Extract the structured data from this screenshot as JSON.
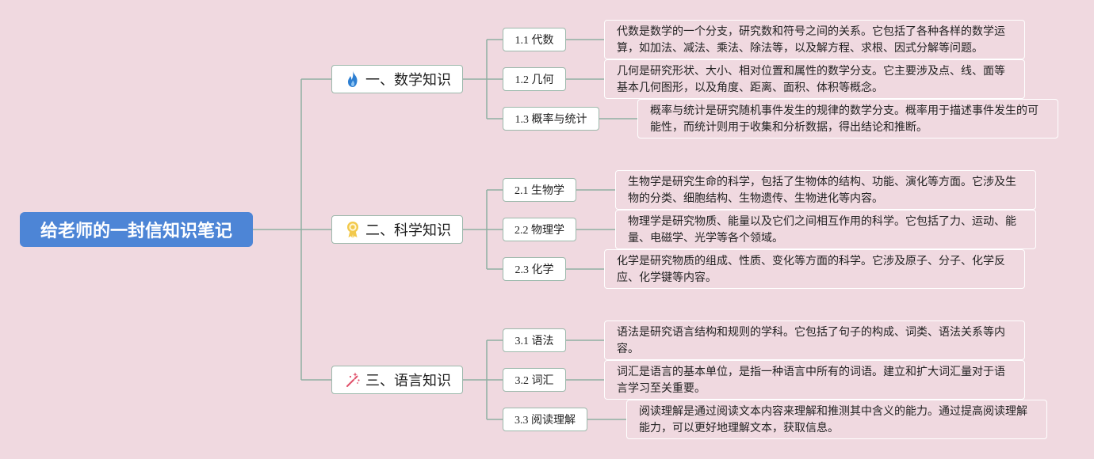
{
  "root": {
    "title": "给老师的一封信知识笔记"
  },
  "branches": [
    {
      "label": "一、数学知识",
      "icon": "fire-icon",
      "subs": [
        {
          "label": "1.1 代数",
          "desc": "代数是数学的一个分支，研究数和符号之间的关系。它包括了各种各样的数学运算，如加法、减法、乘法、除法等，以及解方程、求根、因式分解等问题。"
        },
        {
          "label": "1.2 几何",
          "desc": "几何是研究形状、大小、相对位置和属性的数学分支。它主要涉及点、线、面等基本几何图形，以及角度、距离、面积、体积等概念。"
        },
        {
          "label": "1.3 概率与统计",
          "desc": "概率与统计是研究随机事件发生的规律的数学分支。概率用于描述事件发生的可能性，而统计则用于收集和分析数据，得出结论和推断。"
        }
      ]
    },
    {
      "label": "二、科学知识",
      "icon": "award-ribbon-icon",
      "subs": [
        {
          "label": "2.1 生物学",
          "desc": "生物学是研究生命的科学，包括了生物体的结构、功能、演化等方面。它涉及生物的分类、细胞结构、生物遗传、生物进化等内容。"
        },
        {
          "label": "2.2 物理学",
          "desc": "物理学是研究物质、能量以及它们之间相互作用的科学。它包括了力、运动、能量、电磁学、光学等各个领域。"
        },
        {
          "label": "2.3 化学",
          "desc": "化学是研究物质的组成、性质、变化等方面的科学。它涉及原子、分子、化学反应、化学键等内容。"
        }
      ]
    },
    {
      "label": "三、语言知识",
      "icon": "magic-wand-icon",
      "subs": [
        {
          "label": "3.1 语法",
          "desc": "语法是研究语言结构和规则的学科。它包括了句子的构成、词类、语法关系等内容。"
        },
        {
          "label": "3.2 词汇",
          "desc": "词汇是语言的基本单位，是指一种语言中所有的词语。建立和扩大词汇量对于语言学习至关重要。"
        },
        {
          "label": "3.3 阅读理解",
          "desc": "阅读理解是通过阅读文本内容来理解和推测其中含义的能力。通过提高阅读理解能力，可以更好地理解文本，获取信息。"
        }
      ]
    }
  ],
  "colors": {
    "background": "#f0d9e0",
    "root_fill": "#4d85d6",
    "connector": "#8fb0a2"
  }
}
